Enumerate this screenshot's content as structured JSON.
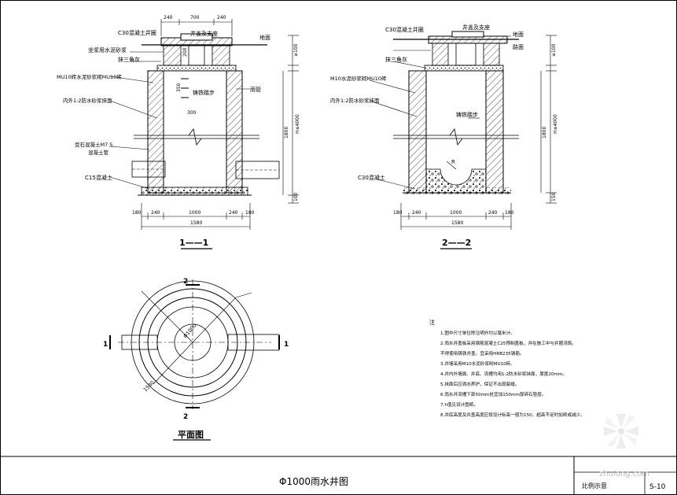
{
  "sections": {
    "s11": {
      "title": "1——1",
      "labels": {
        "c30_top": "C30混凝土井圈",
        "cover_frame": "井盖及支座",
        "ground": "地面",
        "cement_mortar": "坐浆用水泥砂浆",
        "plaster_triangle": "抹三角灰",
        "wall_mu10": "MU10砖水泥砂浆砌MU10砖",
        "inner_plaster": "内外1:2防水砂浆抹面",
        "rungs": "铸铁踏步",
        "pipe": "雨管",
        "mortar_fill": "豆石混凝土M7.5",
        "concrete_pipe": "混凝土管",
        "base": "C15混凝土"
      },
      "dims": {
        "top": [
          "240",
          "700",
          "240"
        ],
        "bottom": [
          "180",
          "240",
          "1000",
          "240",
          "180"
        ],
        "total": "1580",
        "side_small": "≥100",
        "side_depth": "H≤4000",
        "side_1800": "1800",
        "side_100": "100",
        "inner_200": "200",
        "inner_350": "350",
        "inner_300": "300"
      }
    },
    "s22": {
      "title": "2——2",
      "labels": {
        "c30_top": "C30混凝土井圈",
        "cover_frame": "井盖及支座",
        "ground": "地面",
        "pavement": "路面",
        "plaster_triangle": "抹三角灰",
        "wall_mu10": "M10水泥砂浆砌MU10砖",
        "inner_plaster": "内外1:2防水砂浆抹面",
        "rungs": "铸铁踏步",
        "base": "C30混凝土"
      },
      "dims": {
        "bottom": [
          "180",
          "240",
          "1000",
          "240",
          "180"
        ],
        "total": "1580",
        "side_small": "≥100",
        "side_depth": "H≤4000",
        "side_1800": "1800",
        "side_150": "150",
        "radius": "R"
      }
    },
    "plan": {
      "title": "平面图",
      "section_marks": [
        "1",
        "1",
        "2",
        "2"
      ],
      "dims": [
        "Φ1000",
        "1580"
      ]
    }
  },
  "notes": {
    "heading": "注",
    "items": [
      "1.图中尺寸单位除注明外均以毫米计。",
      "2.雨水井盖板采用钢筋混凝土C25预制盖板，并在施工中与井圈浇筑。",
      "  不得使用铸铁井盖，宜采用HRB235钢筋。",
      "3.井墙采用M10水泥砂浆砌MU10砖。",
      "4.井内外墙面、井底、流槽均用1:2防水砂浆抹面，厚度20mm。",
      "5.抹面后应洒水养护，保证不出现裂缝。",
      "6.雨水井流槽下部50mm处宜加150mm厚碎石垫层。",
      "7.h值见设计图纸。",
      "8.井底高度及井盖高度应按设计标高一般为150，超高不足时加砌或减少。"
    ]
  },
  "title_block": {
    "drawing_title": "Φ1000雨水井图",
    "scale_label": "比例示意",
    "sheet_no": "S-10"
  },
  "watermark": "zhulong.com"
}
